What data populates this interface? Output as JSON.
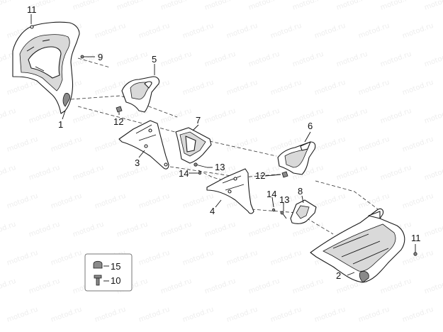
{
  "watermark": "motod.ru",
  "callouts": {
    "c11a": "11",
    "c9": "9",
    "c5": "5",
    "c1": "1",
    "c12a": "12",
    "c7": "7",
    "c6": "6",
    "c3": "3",
    "c13a": "13",
    "c14a": "14",
    "c12b": "12",
    "c4": "4",
    "c14b": "14",
    "c13b": "13",
    "c8": "8",
    "c11b": "11",
    "c2": "2",
    "c15": "15",
    "c10": "10"
  }
}
